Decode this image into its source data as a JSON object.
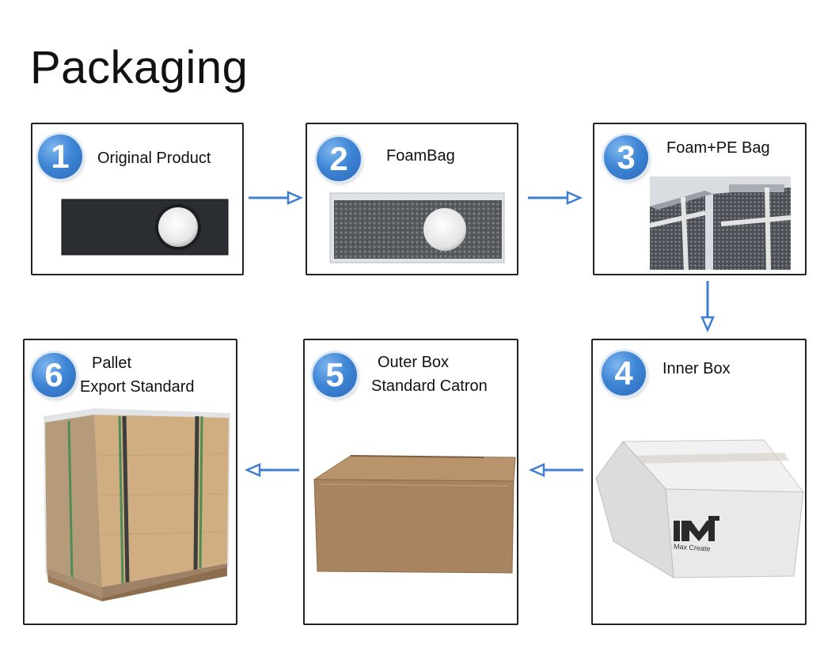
{
  "title": "Packaging",
  "colors": {
    "badge": "#3f86d6",
    "arrow": "#3f7ed0",
    "border": "#222222"
  },
  "steps": [
    {
      "number": "1",
      "label": [
        "Original Product"
      ],
      "image": "black-panel-with-round-hole"
    },
    {
      "number": "2",
      "label": [
        "FoamBag"
      ],
      "image": "panel-in-bubble-foam-bag"
    },
    {
      "number": "3",
      "label": [
        "Foam+PE Bag"
      ],
      "image": "stacked-wrapped-panels"
    },
    {
      "number": "4",
      "label": [
        "Inner Box"
      ],
      "image": "white-inner-carton"
    },
    {
      "number": "5",
      "label": [
        "Outer Box",
        "Standard Catron"
      ],
      "image": "brown-outer-carton"
    },
    {
      "number": "6",
      "label": [
        "Pallet",
        "Export Standard"
      ],
      "image": "wrapped-wooden-pallet"
    }
  ],
  "box_logo_text": "Max Create"
}
